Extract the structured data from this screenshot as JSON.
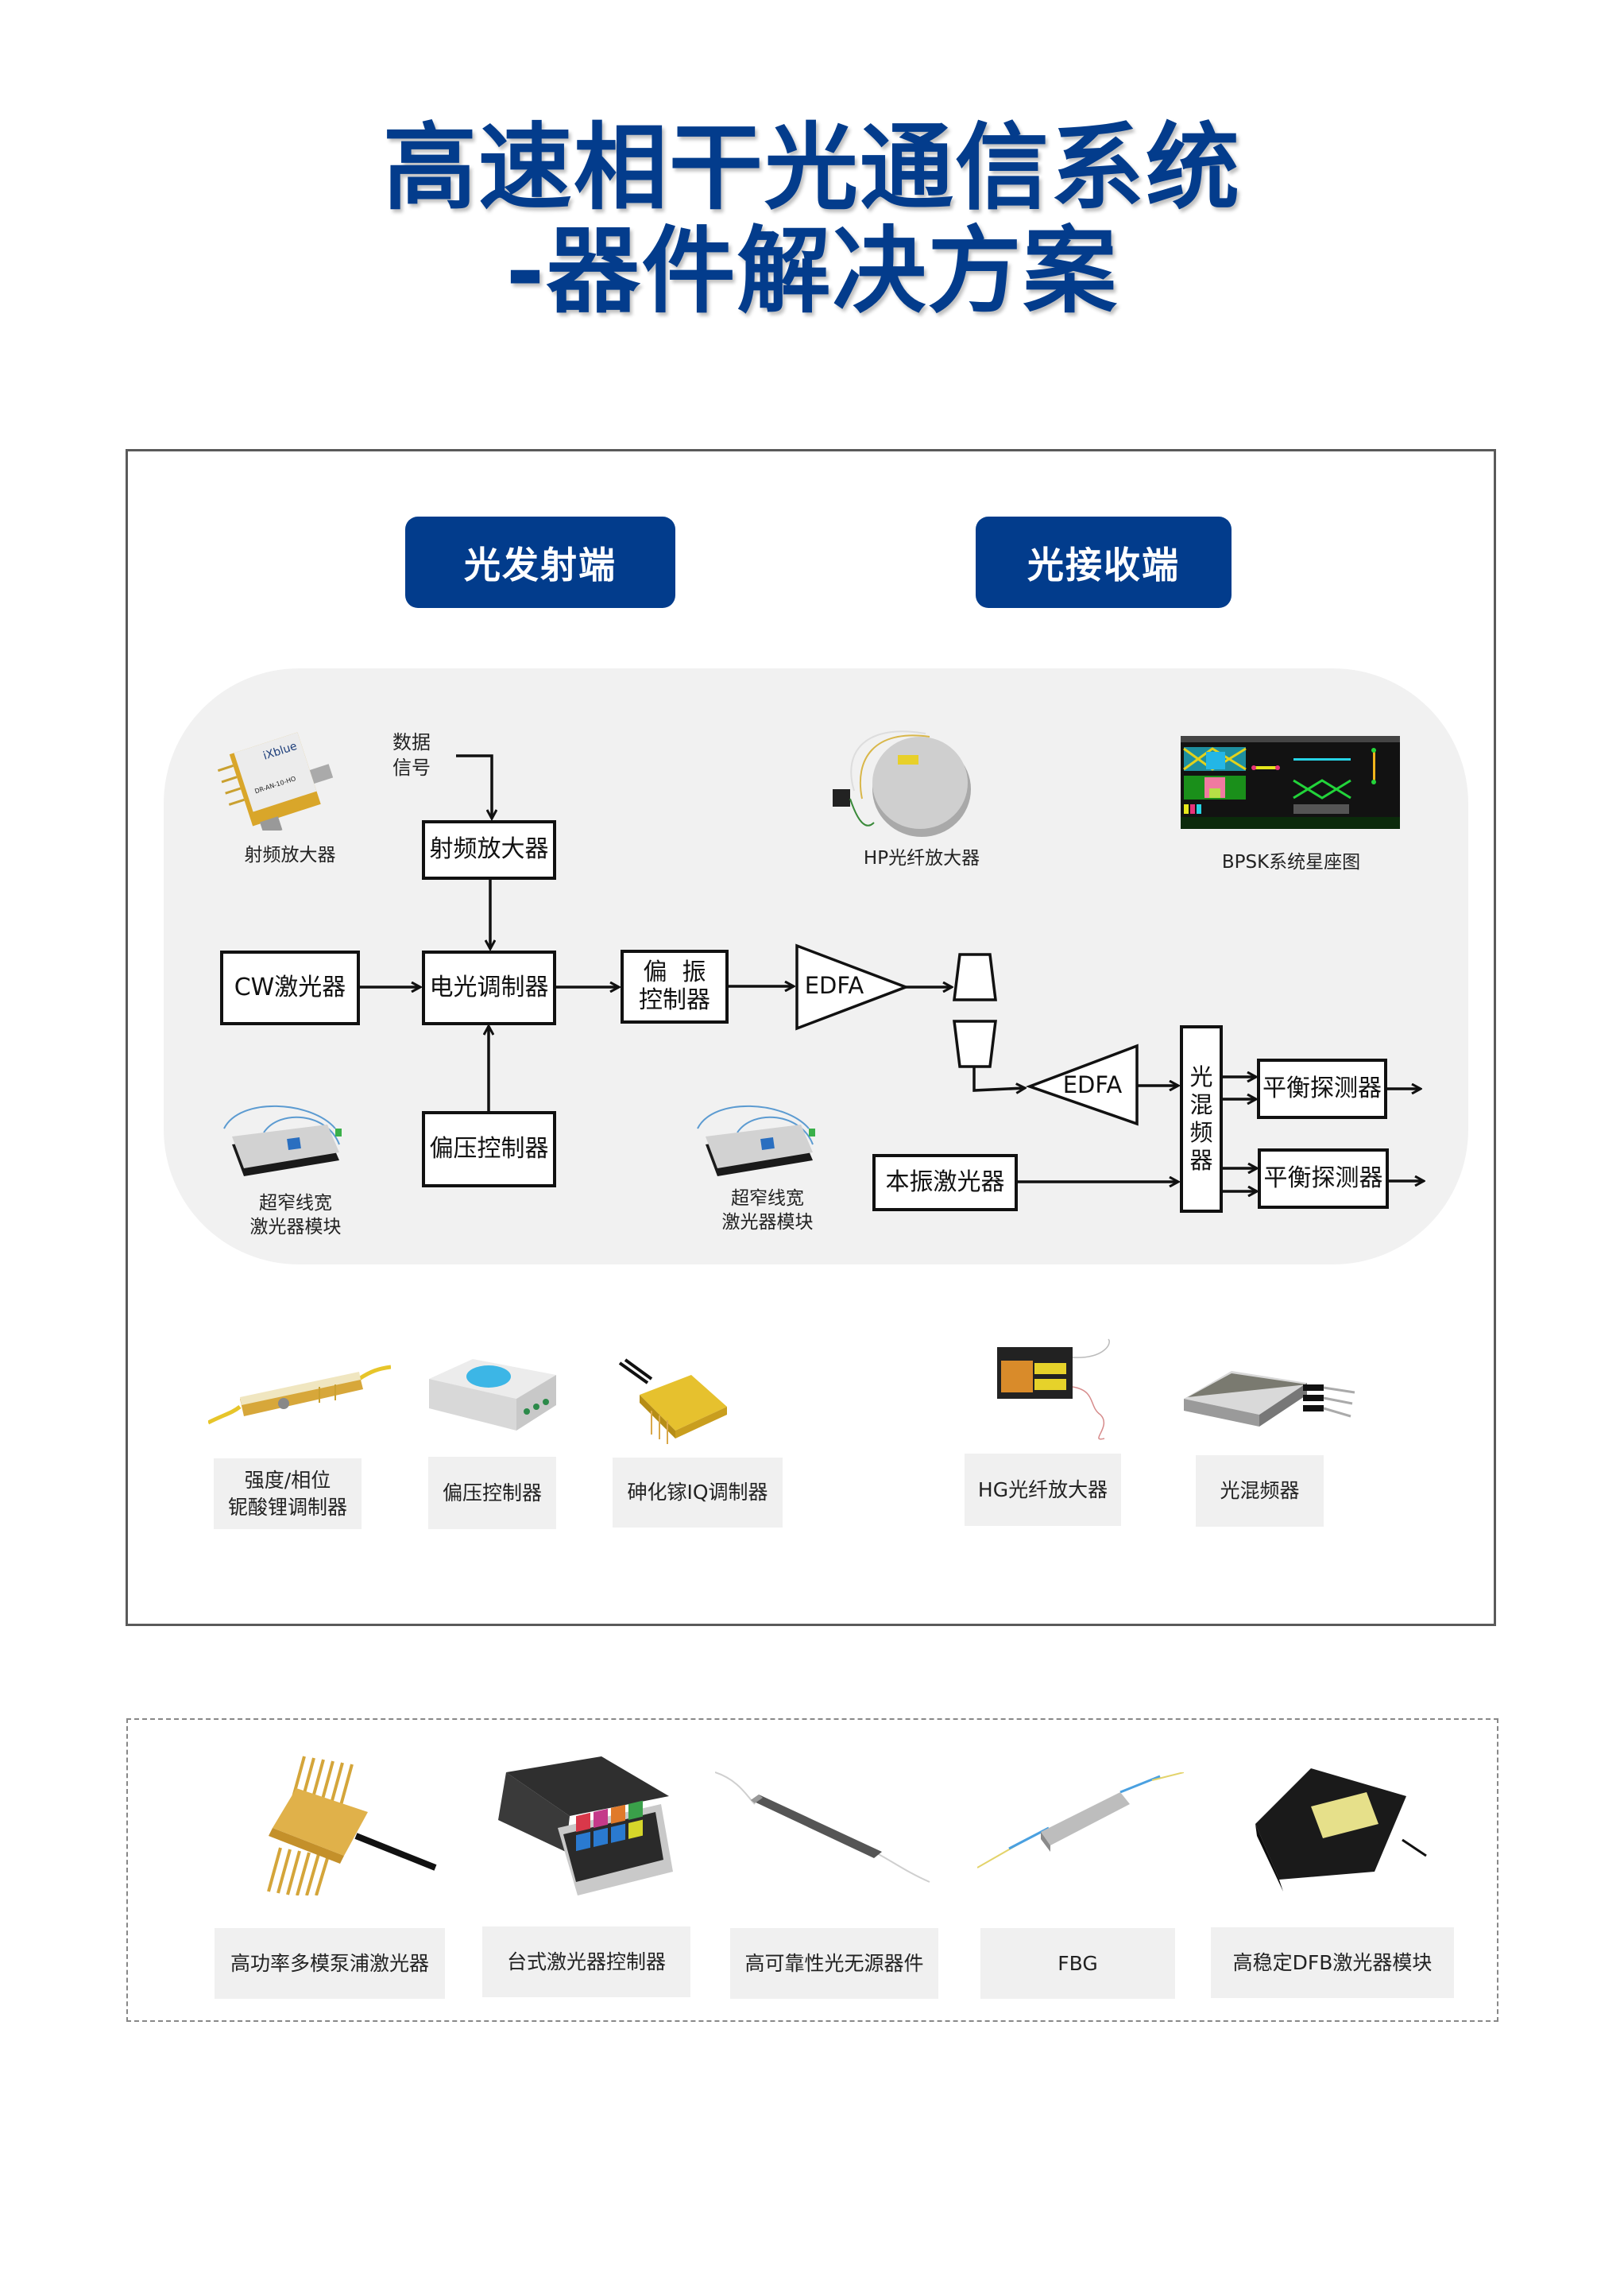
{
  "title": {
    "line1": "高速相干光通信系统",
    "line2": "-器件解决方案"
  },
  "sections": {
    "transmitter": "光发射端",
    "receiver": "光接收端"
  },
  "diagram": {
    "data_signal": [
      "数据",
      "信号"
    ],
    "blocks": {
      "rf_amp": "射频放大器",
      "cw_laser": "CW激光器",
      "eo_modulator": "电光调制器",
      "bias_controller": "偏压控制器",
      "pol_controller": [
        "偏  振",
        "控制器"
      ],
      "edfa_tx": "EDFA",
      "edfa_rx": "EDFA",
      "optical_hybrid": [
        "光",
        "混",
        "频",
        "器"
      ],
      "balanced_detector_1": "平衡探测器",
      "balanced_detector_2": "平衡探测器",
      "local_oscillator": "本振激光器"
    },
    "photo_labels": {
      "rf_amp_photo": "射频放大器",
      "hp_amp_photo": "HP光纤放大器",
      "bpsk_photo": "BPSK系统星座图",
      "laser_module_left": [
        "超窄线宽",
        "激光器模块"
      ],
      "laser_module_right": [
        "超窄线宽",
        "激光器模块"
      ]
    },
    "photo_text": {
      "rf_amp_brand": "iXblue",
      "rf_amp_model": "DR-AN-10-HO"
    }
  },
  "products_main": [
    {
      "label": [
        "强度/相位",
        "铌酸锂调制器"
      ],
      "icon": "lithium-niobate-modulator"
    },
    {
      "label": [
        "偏压控制器"
      ],
      "icon": "bias-controller-box"
    },
    {
      "label": [
        "砷化镓IQ调制器"
      ],
      "icon": "gaas-iq-modulator"
    },
    {
      "label": [
        "HG光纤放大器"
      ],
      "icon": "hg-fiber-amplifier"
    },
    {
      "label": [
        "光混频器"
      ],
      "icon": "optical-hybrid"
    }
  ],
  "products_extra": [
    {
      "label": "高功率多模泵浦激光器",
      "icon": "pump-laser"
    },
    {
      "label": "台式激光器控制器",
      "icon": "benchtop-controller"
    },
    {
      "label": "高可靠性光无源器件",
      "icon": "passive-component"
    },
    {
      "label": "FBG",
      "icon": "fbg"
    },
    {
      "label": "高稳定DFB激光器模块",
      "icon": "dfb-module"
    }
  ],
  "colors": {
    "brand_blue": "#023c8c",
    "panel_gray": "#f1f1f1",
    "caption_gray": "#f0f0f0"
  }
}
